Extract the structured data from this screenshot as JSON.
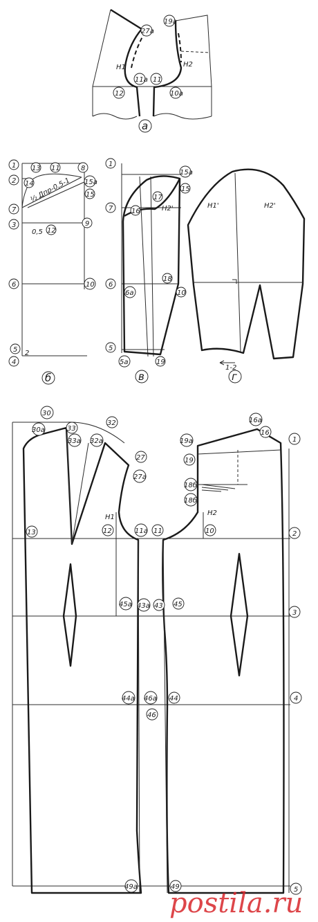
{
  "fig_a": {
    "caption": "а",
    "points": [
      "27а",
      "19а",
      "Н1",
      "Н2",
      "11а",
      "11",
      "12",
      "10а"
    ]
  },
  "fig_b": {
    "caption": "б",
    "points": [
      "1",
      "2",
      "3",
      "4",
      "5",
      "6",
      "7",
      "8",
      "9",
      "10",
      "11",
      "13",
      "14",
      "15",
      "15а",
      "12",
      "0,5",
      "2"
    ],
    "formula": "½ Дпр-0,5-1"
  },
  "fig_v": {
    "caption": "в",
    "points": [
      "1",
      "7",
      "6",
      "5",
      "15а",
      "15",
      "17",
      "16",
      "Н2'",
      "6а",
      "18",
      "10",
      "5а",
      "19"
    ]
  },
  "fig_g": {
    "caption": "г",
    "points": [
      "Н1'",
      "Н2'",
      "1-2"
    ]
  },
  "fig_main": {
    "points": [
      "30",
      "30а",
      "33",
      "33а",
      "32а",
      "32",
      "27",
      "27а",
      "Н1",
      "12",
      "13",
      "11а",
      "11",
      "10",
      "Н2",
      "2",
      "19а",
      "19",
      "16а",
      "16",
      "1",
      "18б",
      "18б'",
      "45а",
      "43а",
      "43",
      "45",
      "3",
      "44а",
      "46а",
      "44",
      "46",
      "4",
      "49а",
      "49",
      "5"
    ]
  },
  "watermark": "postila.ru",
  "colors": {
    "ink": "#1a1a1a",
    "watermark": "#d8262b",
    "paper": "#ffffff"
  }
}
